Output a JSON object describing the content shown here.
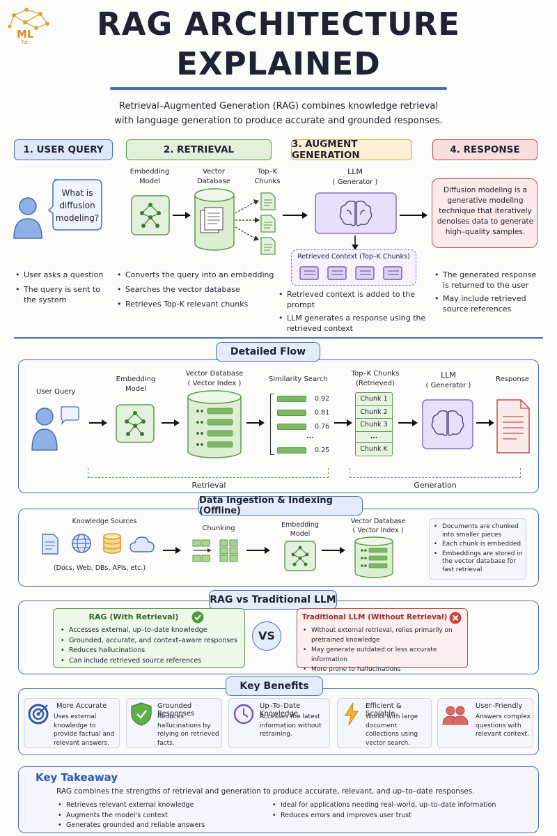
{
  "logo": {
    "line1": "ML",
    "line2": "Tut"
  },
  "title": {
    "line1": "RAG ARCHITECTURE",
    "line2": "EXPLAINED"
  },
  "intro": {
    "line1": "Retrieval–Augmented Generation (RAG) combines knowledge retrieval",
    "line2": "with language generation to produce accurate and grounded responses."
  },
  "steps": {
    "s1": {
      "label": "1. USER QUERY",
      "bubble_1": "What is",
      "bubble_2": "diffusion",
      "bubble_3": "modeling?",
      "bullets": [
        "User asks a question",
        "The query is sent to the system"
      ]
    },
    "s2": {
      "label": "2. RETRIEVAL",
      "emb_1": "Embedding",
      "emb_2": "Model",
      "vdb_1": "Vector",
      "vdb_2": "Database",
      "topk_1": "Top–K",
      "topk_2": "Chunks",
      "bullets": [
        "Converts the query into an embedding",
        "Searches the vector database",
        "Retrieves Top-K relevant chunks"
      ]
    },
    "s3": {
      "label": "3. AUGMENT GENERATION",
      "llm_1": "LLM",
      "llm_2": "( Generator )",
      "ctx": "Retrieved Context  (Top–K Chunks)",
      "bullets": [
        "Retrieved context is added to the prompt",
        "LLM generates a response using the retrieved context"
      ]
    },
    "s4": {
      "label": "4. RESPONSE",
      "answer": "Diffusion modeling is a generative modeling technique that iteratively denoises data to generate high–quality samples.",
      "bullets": [
        "The generated response is returned to the user",
        "May include retrieved source references"
      ]
    }
  },
  "detailed": {
    "title": "Detailed Flow",
    "user_query": "User Query",
    "emb_1": "Embedding",
    "emb_2": "Model",
    "vdb_1": "Vector Database",
    "vdb_2": "( Vector Index )",
    "sim": "Similarity Search",
    "scores": [
      "0.92",
      "0.81",
      "0.76",
      "...",
      "0.25"
    ],
    "topk_1": "Top–K Chunks",
    "topk_2": "(Retrieved)",
    "chunks": [
      "Chunk 1",
      "Chunk 2",
      "Chunk 3",
      "...",
      "Chunk K"
    ],
    "llm_1": "LLM",
    "llm_2": "( Generator )",
    "response": "Response",
    "retrieval": "Retrieval",
    "generation": "Generation"
  },
  "ingestion": {
    "title": "Data Ingestion & Indexing (Offline)",
    "sources": "Knowledge Sources",
    "sources_sub": "(Docs, Web, DBs, APIs, etc.)",
    "chunking": "Chunking",
    "emb_1": "Embedding",
    "emb_2": "Model",
    "vdb_1": "Vector Database",
    "vdb_2": "( Vector Index )",
    "bullets": [
      "Documents are chunked into smaller pieces",
      "Each chunk is embedded",
      "Embeddings are stored in the vector database for fast retrieval"
    ]
  },
  "compare": {
    "title": "RAG vs Traditional LLM",
    "rag_title": "RAG (With Retrieval)",
    "rag_points": [
      "Accesses external, up–to–date knowledge",
      "Grounded, accurate, and context–aware responses",
      "Reduces hallucinations",
      "Can include retrieved source references"
    ],
    "vs": "VS",
    "trad_title": "Traditional LLM (Without Retrieval)",
    "trad_points": [
      "Without external retrieval, relies primarily on pretrained knowledge",
      "May generate outdated or less accurate information",
      "More prone to hallucinations"
    ]
  },
  "benefits": {
    "title": "Key Benefits",
    "items": [
      {
        "title": "More Accurate",
        "desc": "Uses external knowledge to provide factual and relevant answers."
      },
      {
        "title": "Grounded Responses",
        "desc": "Reduces hallucinations by relying on retrieved facts."
      },
      {
        "title": "Up–To–Date Knowledge",
        "desc": "Accesses the latest information without retraining."
      },
      {
        "title": "Efficient & Scalable",
        "desc": "Works with large document collections using vector search."
      },
      {
        "title": "User–Friendly",
        "desc": "Answers complex questions with relevant context."
      }
    ]
  },
  "takeaway": {
    "title": "Key Takeaway",
    "summary": "RAG combines the strengths of retrieval and generation to produce accurate, relevant, and up–to–date responses.",
    "left": [
      "Retrieves relevant external knowledge",
      "Augments the model's context",
      "Generates grounded and reliable answers"
    ],
    "right": [
      "Ideal for applications needing real–world, up–to–date information",
      "Reduces errors and improves user trust"
    ]
  },
  "colors": {
    "blue": "#4a6fb0",
    "green": "#5c9a4a",
    "orange": "#e0a23a",
    "red": "#c0504d",
    "purple": "#8a6fc8"
  }
}
